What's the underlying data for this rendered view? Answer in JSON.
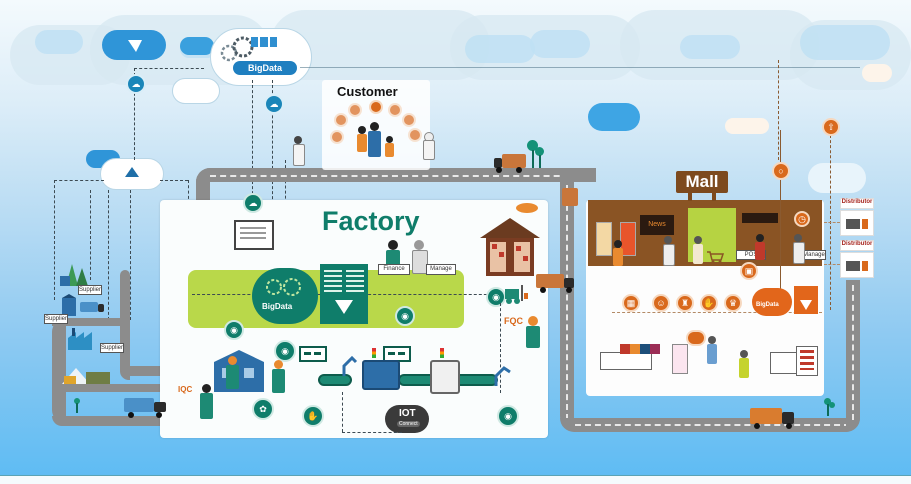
{
  "diagram": {
    "title": "Smart Manufacturing & Retail Data Flow",
    "colors": {
      "sky_top": "#f4fafd",
      "sky_bottom": "#5fbcf3",
      "road": "#8c8c8c",
      "factory_green": "#0f7d6a",
      "factory_lime": "#b9d84a",
      "mall_brown": "#7d4a1e",
      "mall_orange": "#d9691c",
      "cloud_blue": "#2f95d8"
    },
    "sections": {
      "customer": {
        "label": "Customer"
      },
      "factory": {
        "label": "Factory"
      },
      "mall": {
        "label": "Mall"
      }
    },
    "cloud": {
      "bigdata_label": "BigData",
      "factory_bigdata_label": "BigData",
      "mall_bigdata_label": "BigData"
    },
    "factory": {
      "desk_labels": [
        "Finance",
        "Manage"
      ],
      "quality_labels": [
        "IQC",
        "FQC"
      ],
      "iot_label": "IOT",
      "iot_sublabel": "Connect"
    },
    "mall": {
      "screen_label": "News",
      "desk_labels": [
        "POS",
        "Manage"
      ]
    },
    "suppliers": {
      "labels": [
        "Supplier",
        "Supplier",
        "Supplier"
      ]
    },
    "distributors": {
      "labels": [
        "Distributor",
        "Distributor"
      ]
    },
    "icons": [
      "cloud-platform-icon",
      "gear-icon",
      "server-icon",
      "bigdata-icon",
      "cloud-node-icon",
      "truck-icon",
      "forklift-icon",
      "warehouse-icon",
      "conveyor-icon",
      "robot-arm-icon",
      "iot-icon",
      "shopping-cart-icon",
      "tree-icon"
    ]
  }
}
